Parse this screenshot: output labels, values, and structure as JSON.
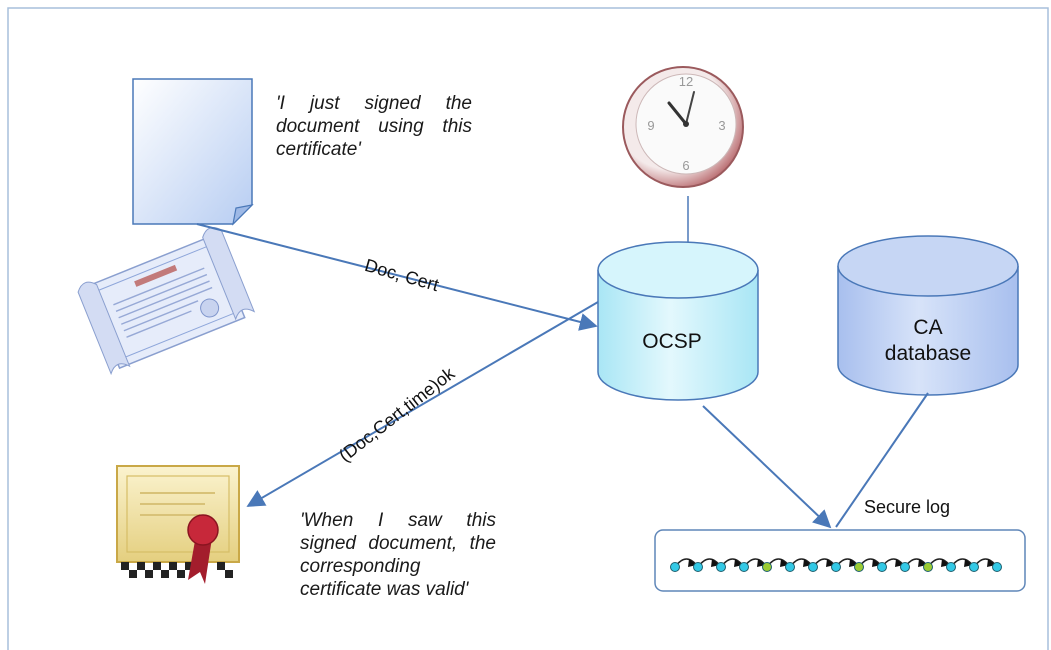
{
  "diagram": {
    "quote_signer": "'I just signed the document using this certificate'",
    "quote_verifier": "'When I saw this signed document, the corresponding certificate was valid'",
    "ocsp_label": "OCSP",
    "ca_label_line1": "CA",
    "ca_label_line2": "database",
    "edge_request_label": "Doc, Cert",
    "edge_response_label": "(Doc,Cert,time)ok",
    "secure_log_label": "Secure log",
    "log_node_colors": [
      "#33c9e6",
      "#33c9e6",
      "#33c9e6",
      "#33c9e6",
      "#9ccc33",
      "#33c9e6",
      "#33c9e6",
      "#33c9e6",
      "#9ccc33",
      "#33c9e6",
      "#33c9e6",
      "#9ccc33",
      "#33c9e6",
      "#33c9e6",
      "#33c9e6"
    ],
    "colors": {
      "frame": "#a7bfdc",
      "arrow": "#4a78b8",
      "ocsp_fill": "#c6f0fa",
      "ca_fill": "#b9cbf0",
      "document_fill": "#c6d8f5",
      "log_border": "#5f86b8"
    },
    "icons": [
      "document-icon",
      "certificate-scroll-icon",
      "clock-icon",
      "award-certificate-icon"
    ]
  }
}
